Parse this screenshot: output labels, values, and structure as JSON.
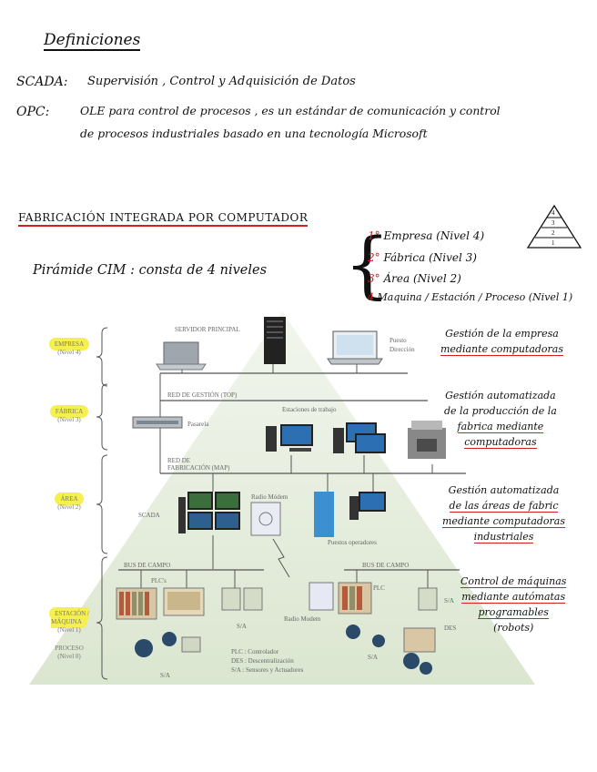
{
  "definitions": {
    "title": "Definiciones",
    "scada_term": "SCADA:",
    "scada_def": "Supervisión , Control y Adquisición de Datos",
    "opc_term": "OPC:",
    "opc_def_line1": "OLE para control de procesos , es un estándar de comunicación y control",
    "opc_def_line2": "de procesos industriales basado en una tecnología Microsoft"
  },
  "cim": {
    "heading": "FABRICACIÓN INTEGRADA POR COMPUTADOR",
    "pyramid_text": "Pirámide CIM : consta de 4 niveles",
    "levels": [
      {
        "num": "1°",
        "text": "Empresa (Nivel 4)"
      },
      {
        "num": "2°",
        "text": "Fábrica (Nivel 3)"
      },
      {
        "num": "3°",
        "text": "Área     (Nivel 2)"
      },
      {
        "num": "4",
        "text": "Maquina / Estación / Proceso (Nivel 1)"
      }
    ],
    "mini_pyramid_labels": [
      "4",
      "3",
      "2",
      "1"
    ]
  },
  "diagram": {
    "levels": [
      {
        "name": "EMPRESA",
        "sub": "(Nivel 4)"
      },
      {
        "name": "FÁBRICA",
        "sub": "(Nivel 3)"
      },
      {
        "name": "ÁREA",
        "sub": "(Nivel 2)"
      },
      {
        "name": "ESTACIÓN / MÁQUINA",
        "sub": "(Nivel 1)"
      },
      {
        "name": "PROCESO",
        "sub": "(Nivel 0)"
      }
    ],
    "labels": {
      "servidor": "SERVIDOR PRINCIPAL",
      "puesto": "Puesto",
      "direccion": "Dirección",
      "red_gestion": "RED DE GESTIÓN (TOP)",
      "pasarela": "Pasarela",
      "estaciones": "Estaciones de trabajo",
      "red_fab": "RED DE",
      "red_fab2": "FABRICACIÓN (MAP)",
      "scada": "SCADA",
      "radio_modem": "Radio Módem",
      "puestos_op": "Puestos operadores",
      "bus_campo_1": "BUS DE CAMPO",
      "bus_campo_2": "BUS DE CAMPO",
      "plcs": "PLC's",
      "plc": "PLC",
      "sa1": "S/A",
      "sa2": "S/A",
      "sa3": "S/A",
      "sa4": "S/A",
      "radio_modem2": "Radio Modem",
      "des": "DES",
      "legend1": "PLC : Controlador",
      "legend2": "DES : Descentralización",
      "legend3": "S/A : Sensores y Actuadores"
    }
  },
  "notes": {
    "n1": [
      "Gestión de la empresa",
      "mediante computadoras"
    ],
    "n2": [
      "Gestión automatizada",
      "de la producción de la",
      "fabrica mediante",
      "computadoras"
    ],
    "n3": [
      "Gestión automatizada",
      "de las áreas de fabric",
      "mediante computadoras",
      "industriales"
    ],
    "n4": [
      "Control de máquinas",
      "mediante autómatas",
      "programables",
      "(robots)"
    ]
  },
  "colors": {
    "accent_red": "#d21f1f",
    "highlight": "#f5ef52",
    "pyramid": "#e2ebd8"
  }
}
